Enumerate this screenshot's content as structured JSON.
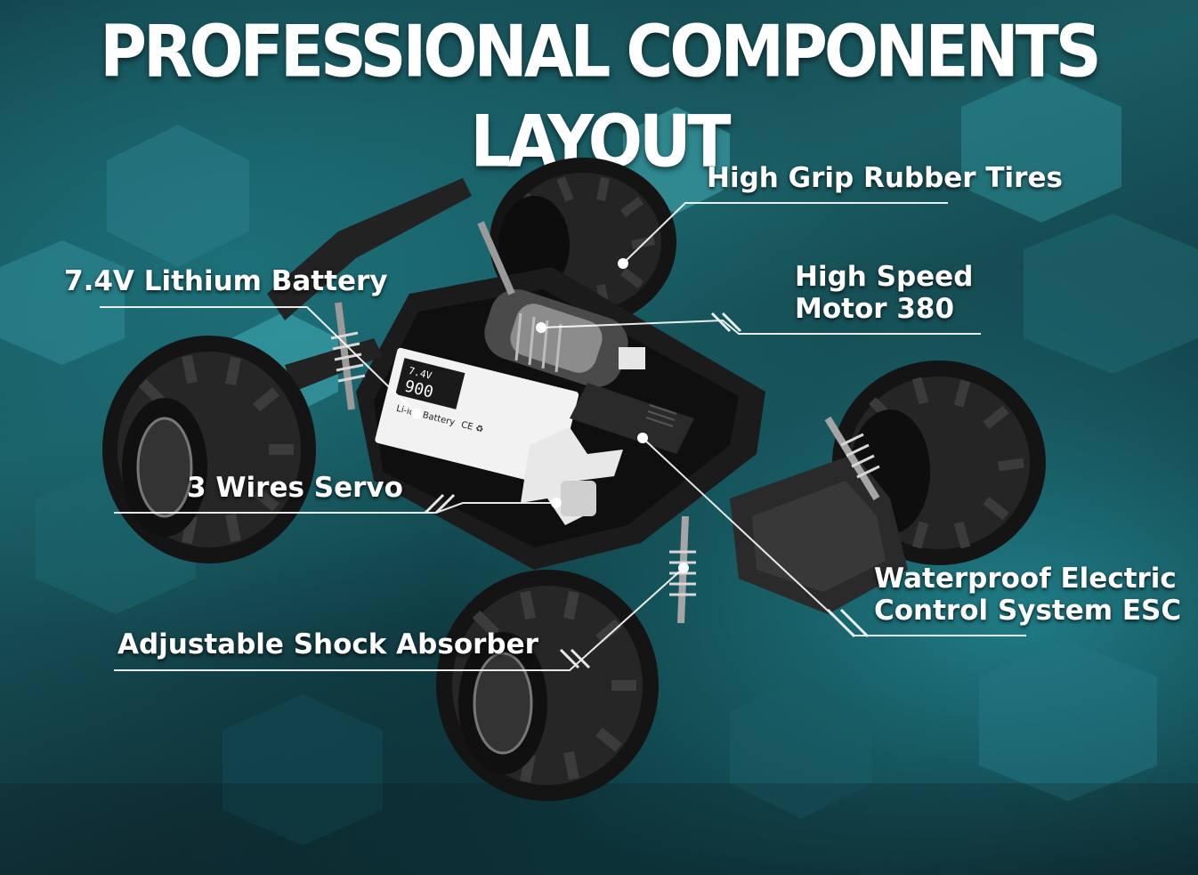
{
  "title": "PROFESSIONAL COMPONENTS LAYOUT",
  "callouts": {
    "tires": "High Grip Rubber Tires",
    "battery": "7.4V Lithium Battery",
    "motor_line1": "High Speed",
    "motor_line2": "Motor 380",
    "servo": "3 Wires Servo",
    "esc_line1": "Waterproof Electric",
    "esc_line2": "Control System ESC",
    "shock": "Adjustable Shock Absorber"
  },
  "battery_label": {
    "voltage": "7.4V",
    "capacity": "900",
    "type": "Li-ion Battery",
    "marks": "CE ♻"
  },
  "colors": {
    "text": "#ffffff",
    "accent": "#2fb8c4"
  }
}
